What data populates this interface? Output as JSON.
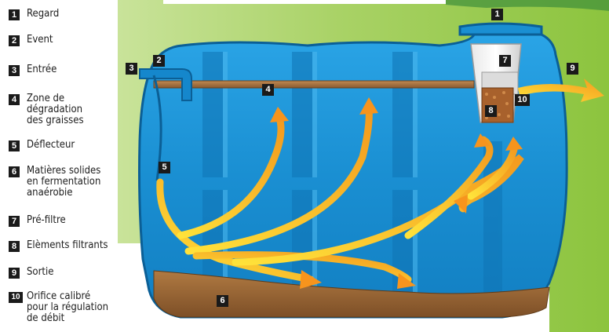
{
  "legend": [
    {
      "num": "1",
      "lines": [
        "Regard"
      ]
    },
    {
      "num": "2",
      "lines": [
        "Event"
      ]
    },
    {
      "num": "3",
      "lines": [
        "Entrée"
      ]
    },
    {
      "num": "4",
      "lines": [
        "Zone de",
        "dégradation",
        "des graisses"
      ]
    },
    {
      "num": "5",
      "lines": [
        "Déflecteur"
      ]
    },
    {
      "num": "6",
      "lines": [
        "Matières solides",
        "en fermentation",
        "anaérobie"
      ]
    },
    {
      "num": "7",
      "lines": [
        "Pré-filtre"
      ]
    },
    {
      "num": "8",
      "lines": [
        "Elèments filtrants"
      ]
    },
    {
      "num": "9",
      "lines": [
        "Sortie"
      ]
    },
    {
      "num": "10",
      "lines": [
        "Orifice calibré",
        "pour la régulation",
        "de débit"
      ]
    }
  ],
  "colors": {
    "tank_blue": "#1a8fd2",
    "tank_dark": "#0d6fae",
    "background_green": "#9ccc4e",
    "arrow_yellow": "#ffd21e",
    "arrow_orange": "#f7941d",
    "sludge_brown": "#9b6a3a",
    "badge_black": "#1a1a1a"
  }
}
